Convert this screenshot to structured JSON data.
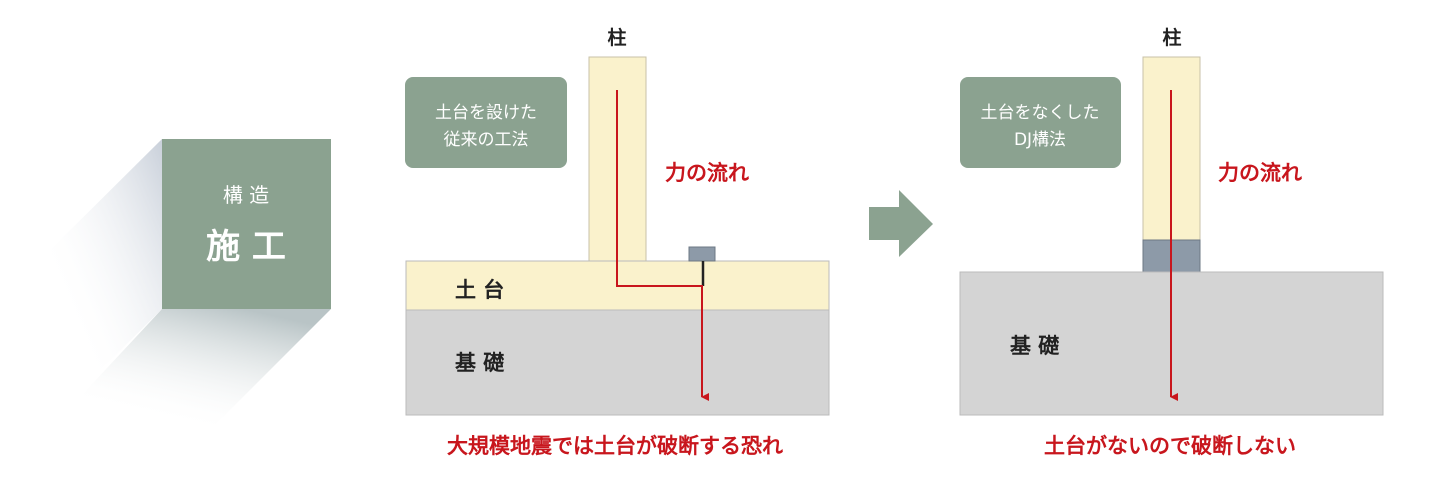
{
  "badge": {
    "line1": "構 造",
    "line2": "施 工"
  },
  "left": {
    "column_label": "柱",
    "method_box": {
      "line1": "土台を設けた",
      "line2": "従来の工法"
    },
    "force_label": "力の流れ",
    "sill_label": "土 台",
    "foundation_label": "基 礎",
    "caption": "大規模地震では土台が破断する恐れ"
  },
  "right": {
    "column_label": "柱",
    "method_box": {
      "line1": "土台をなくした",
      "line2": "DJ構法"
    },
    "force_label": "力の流れ",
    "foundation_label": "基 礎",
    "caption": "土台がないので破断しない"
  },
  "colors": {
    "green": "#8ba290",
    "wood": "#faf2cc",
    "concrete": "#d4d4d4",
    "metal": "#8d9aa8",
    "red": "#c8161d"
  }
}
